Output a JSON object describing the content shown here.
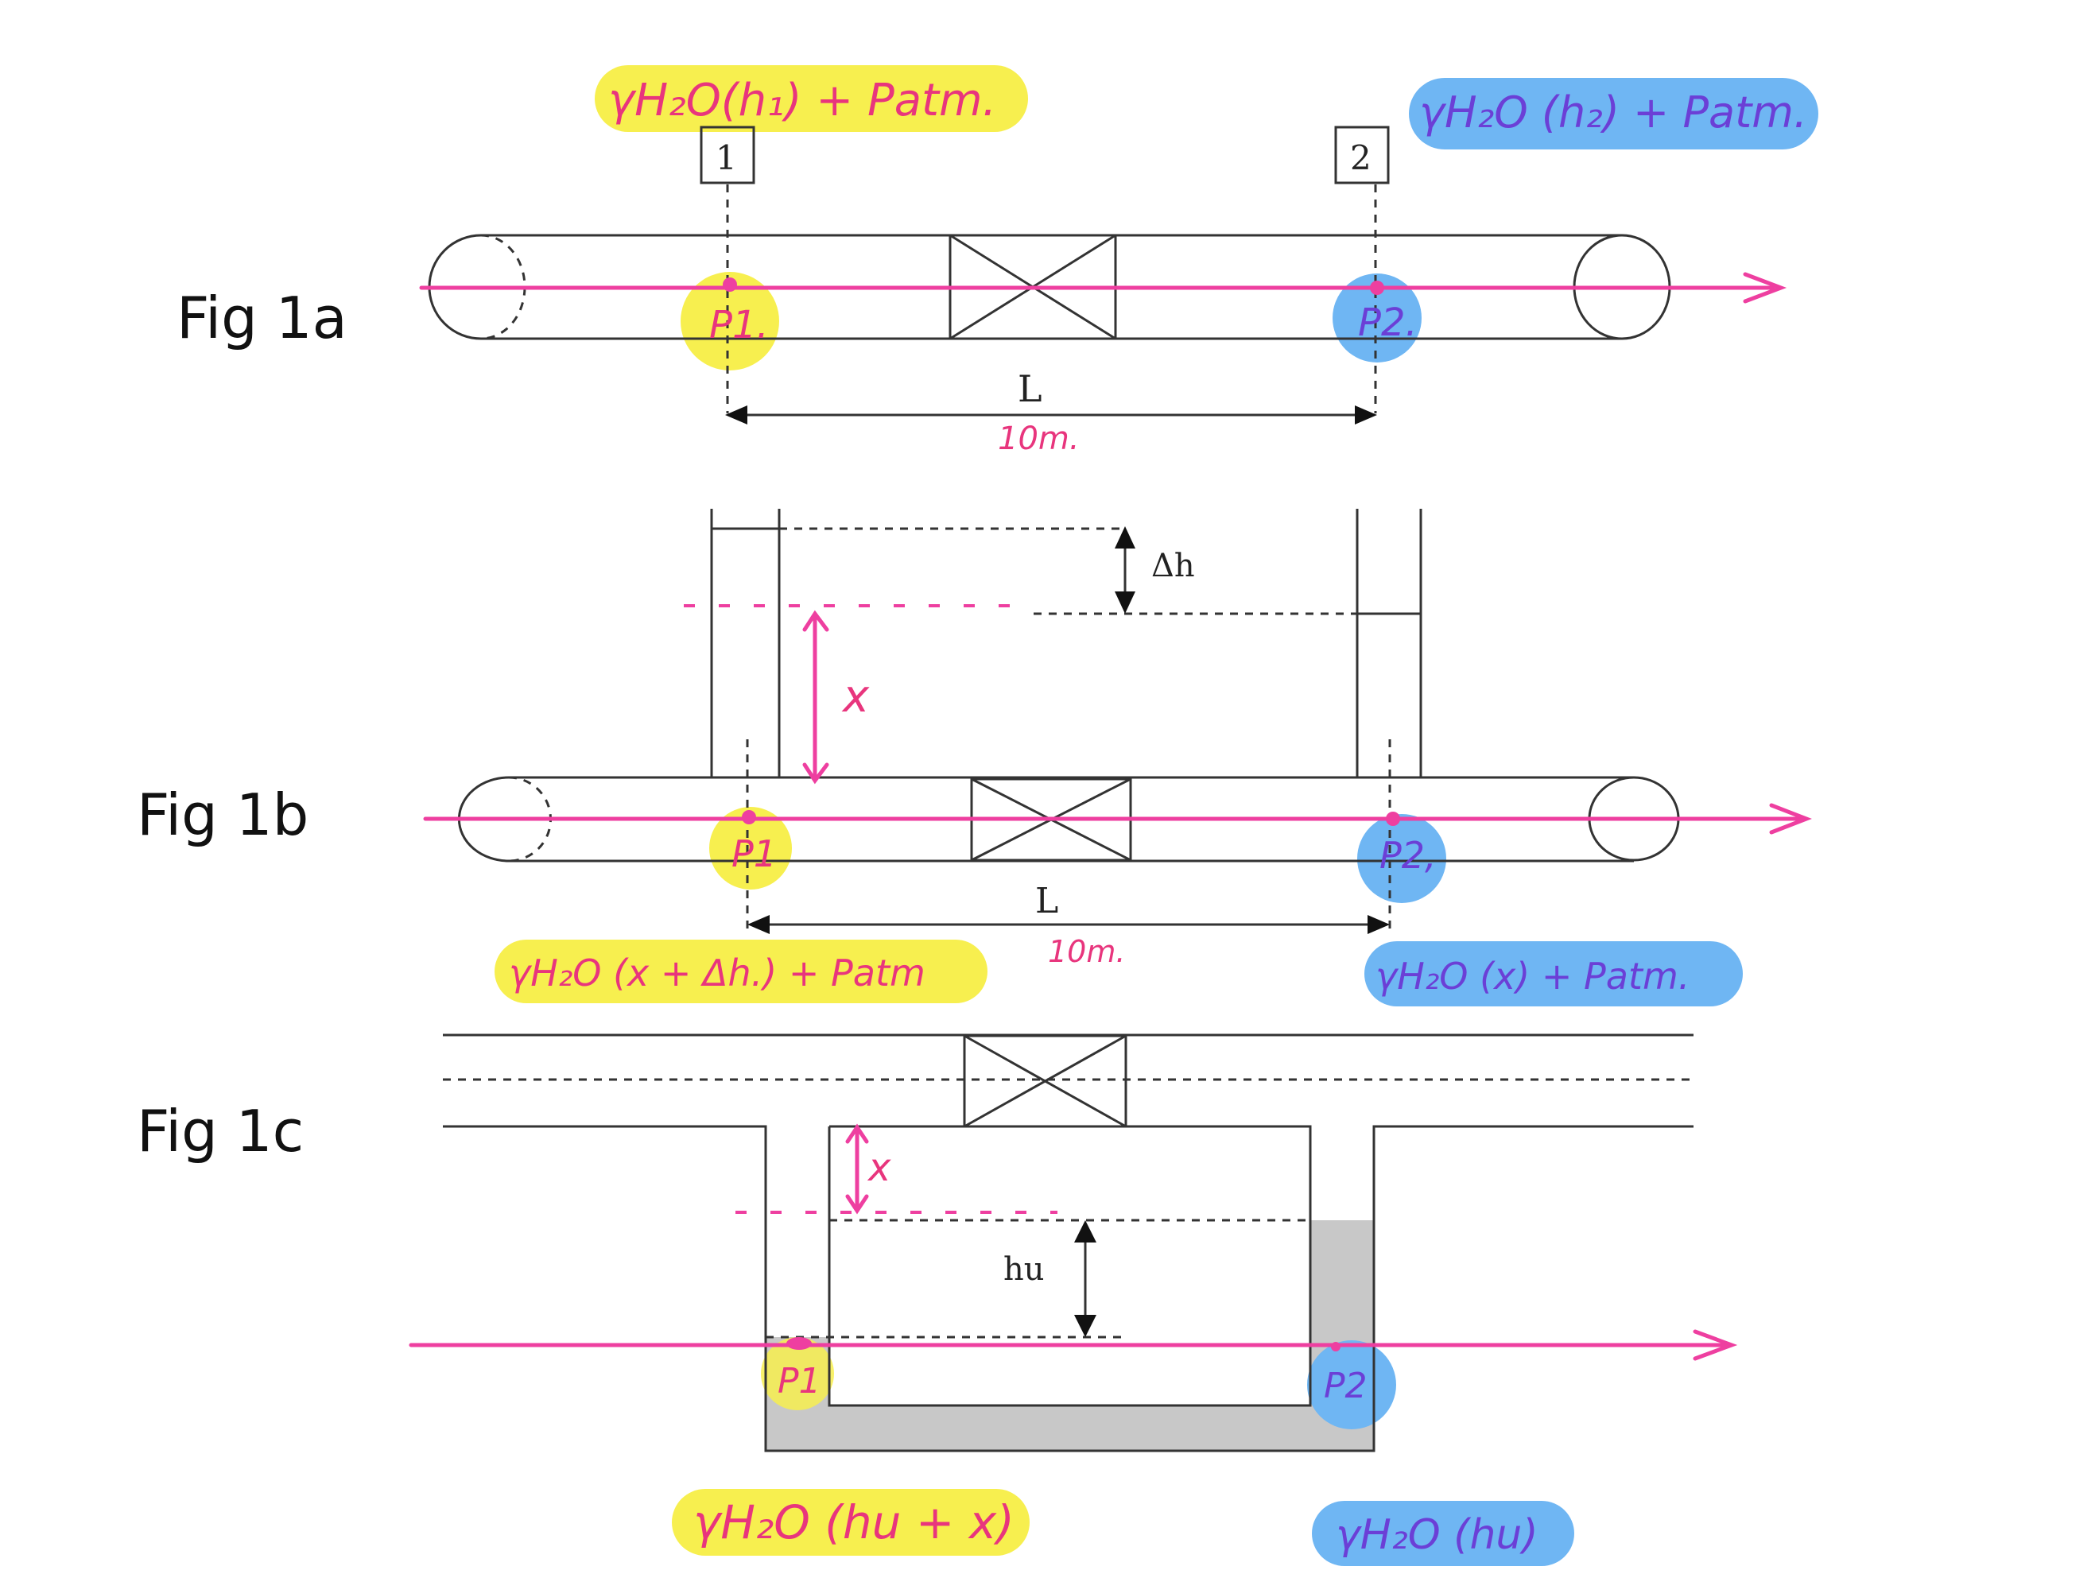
{
  "figures": {
    "fig1a": {
      "label": "Fig 1a",
      "tap1": "1",
      "tap2": "2",
      "length_label": "L",
      "length_note": "10m.",
      "point1": "P1.",
      "point2": "P2.",
      "head1": "γH₂O(h₁) + Patm.",
      "head2": "γH₂O (h₂) + Patm."
    },
    "fig1b": {
      "label": "Fig 1b",
      "delta_label": "Δh",
      "x_label": "x",
      "length_label": "L",
      "length_note": "10m.",
      "point1": "P1",
      "point2": "P2,",
      "head1": "γH₂O (x + Δh.) + Patm",
      "head2": "γH₂O (x) + Patm."
    },
    "fig1c": {
      "label": "Fig 1c",
      "x_label": "x",
      "hu_label": "hu",
      "point1": "P1",
      "point2": "P2",
      "head1": "γH₂O (hu + x)",
      "head2": "γH₂O (hu)"
    }
  },
  "colors": {
    "highlight_yellow": "#f7ef4f",
    "highlight_blue": "#6fb6f3",
    "annotation_pink": "#ee3fa0",
    "annotation_violet": "#6b3fd6",
    "manometer_fluid": "#c8c8c8"
  }
}
